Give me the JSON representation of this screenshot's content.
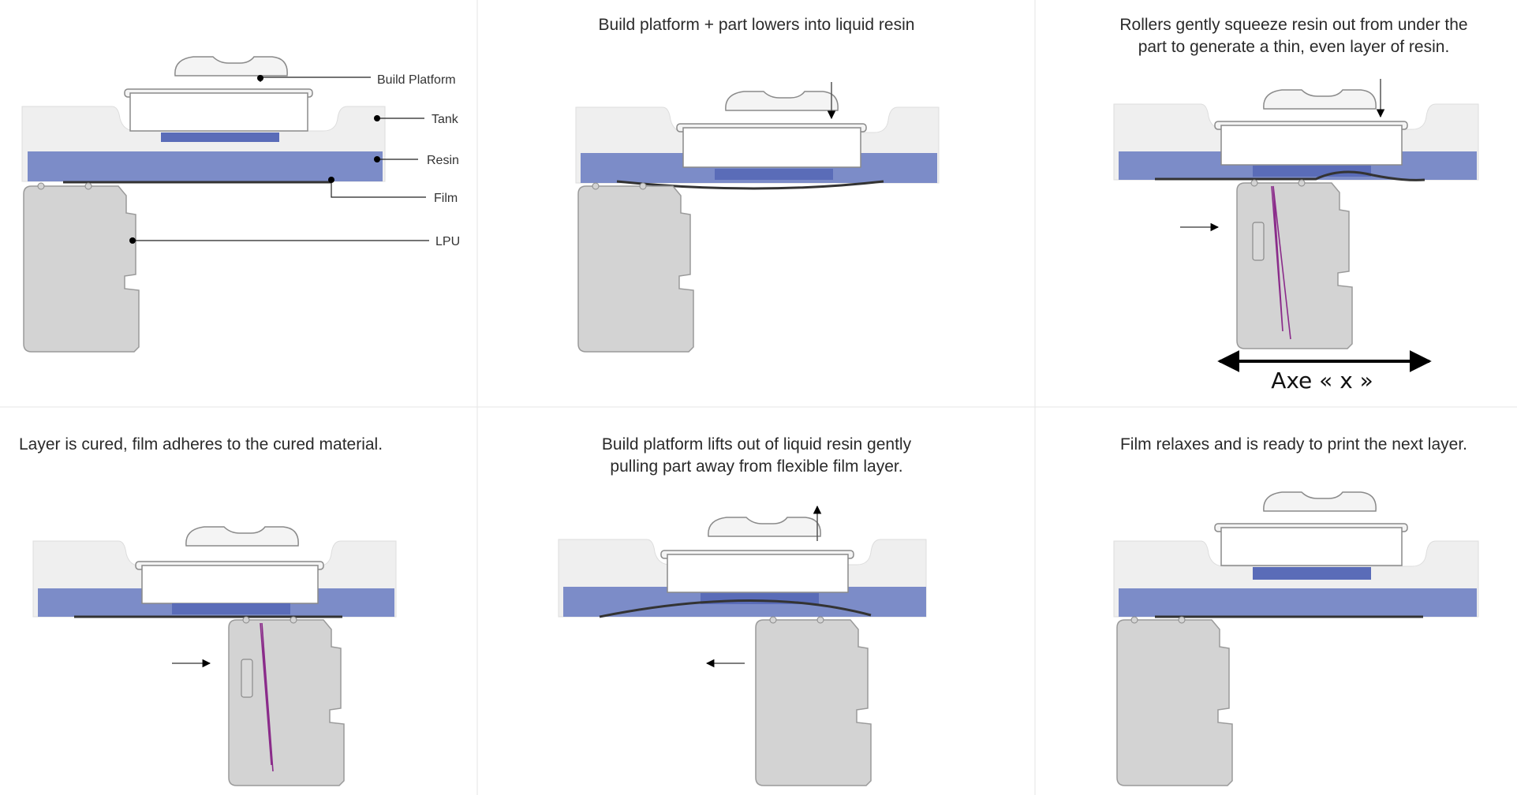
{
  "panels": [
    {
      "id": "parts-legend",
      "caption": [],
      "callouts": [
        "Build Platform",
        "Tank",
        "Resin",
        "Film",
        "LPU"
      ]
    },
    {
      "id": "lower",
      "caption": [
        "Build platform + part lowers into liquid resin"
      ]
    },
    {
      "id": "squeeze",
      "caption": [
        "Rollers gently squeeze resin out from under the",
        "part to generate a thin, even layer of resin."
      ],
      "axis_label": "Axe « x »"
    },
    {
      "id": "cure",
      "caption": [
        "Layer is cured, film adheres to the cured material."
      ]
    },
    {
      "id": "lift",
      "caption": [
        "Build platform lifts out of liquid resin gently",
        "pulling part away from flexible film layer."
      ]
    },
    {
      "id": "relax",
      "caption": [
        "Film relaxes and is ready to print the next layer."
      ]
    }
  ],
  "colors": {
    "resin": "#7c8cc8",
    "part": "#5a6cb8",
    "tank": "#efefef",
    "lpu": "#d3d3d3",
    "laser": "#8a2b8a",
    "outline": "#8a8a8a",
    "film": "#333333"
  }
}
